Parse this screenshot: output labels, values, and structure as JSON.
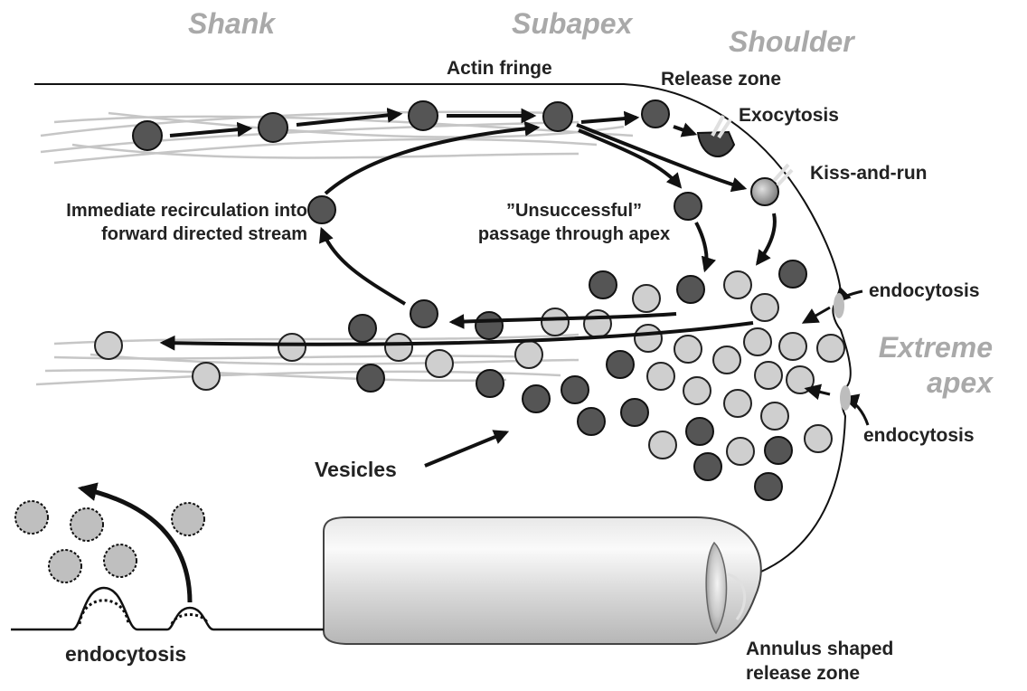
{
  "regions": {
    "shank": "Shank",
    "subapex": "Subapex",
    "shoulder": "Shoulder",
    "extreme_apex": [
      "Extreme",
      "apex"
    ]
  },
  "labels": {
    "actin_fringe": "Actin fringe",
    "release_zone": "Release zone",
    "exocytosis": "Exocytosis",
    "kiss_and_run": "Kiss-and-run",
    "recirculation": [
      "Immediate recirculation into",
      "forward directed stream"
    ],
    "unsuccessful": [
      "”Unsuccessful”",
      "passage through apex"
    ],
    "endocytosis_upper": "endocytosis",
    "endocytosis_lower": "endocytosis",
    "endocytosis_left": "endocytosis",
    "vesicles": "Vesicles",
    "annulus": [
      "Annulus shaped",
      "release zone"
    ]
  },
  "colors": {
    "dark_vesicle": "#555555",
    "light_vesicle": "#cfcfcf",
    "region_text": "#a9a9a9",
    "actin": "#c4c4c4",
    "arrow": "#111111"
  }
}
